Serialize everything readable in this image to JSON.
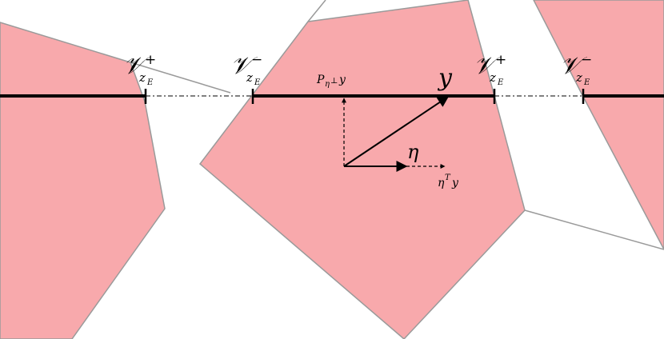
{
  "labels": {
    "v_plus_left": {
      "main": "𝒱",
      "sup": "+",
      "sub": "z",
      "subsub": "E"
    },
    "v_minus_left": {
      "main": "𝒱",
      "sup": "−",
      "sub": "z",
      "subsub": "E"
    },
    "v_plus_right": {
      "main": "𝒱",
      "sup": "+",
      "sub": "z",
      "subsub": "E"
    },
    "v_minus_right": {
      "main": "𝒱",
      "sup": "−",
      "sub": "z",
      "subsub": "E"
    },
    "projection": {
      "main": "P",
      "sub": "η",
      "subsup": "⊥",
      "tail": "y"
    },
    "y": "y",
    "eta": "η",
    "eta_t_y": {
      "main": "η",
      "sup": "T",
      "tail": "y"
    }
  },
  "colors": {
    "region_fill": "#f8a9ac",
    "region_edge": "#9a9a9a",
    "line": "#000000"
  }
}
